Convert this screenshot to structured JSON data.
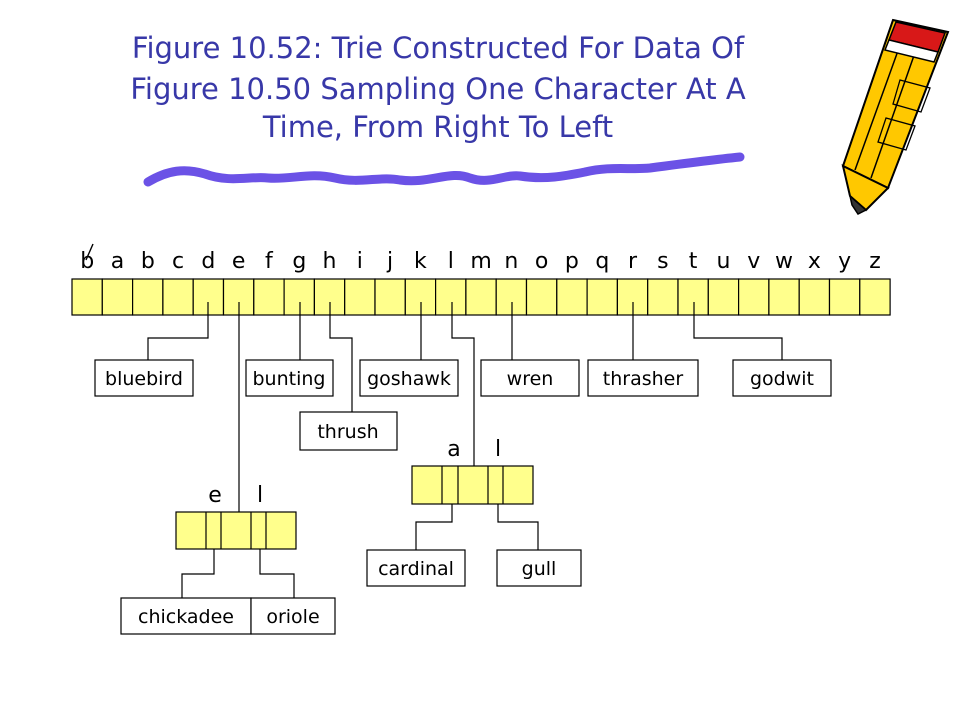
{
  "title": {
    "line1": "Figure 10.52: Trie Constructed For Data Of",
    "line2": "Figure 10.50 Sampling One Character At A",
    "line3": "Time, From Right To Left"
  },
  "colors": {
    "title": "#3838a8",
    "swash": "#6b52e6",
    "cell_fill": "#ffff8c",
    "pencil_body": "#ffc800",
    "pencil_stripe": "#d81818"
  },
  "root": {
    "letters": [
      "b",
      "a",
      "b",
      "c",
      "d",
      "e",
      "f",
      "g",
      "h",
      "i",
      "j",
      "k",
      "l",
      "m",
      "n",
      "o",
      "p",
      "q",
      "r",
      "s",
      "t",
      "u",
      "v",
      "w",
      "x",
      "y",
      "z"
    ]
  },
  "words": {
    "bluebird": "bluebird",
    "bunting": "bunting",
    "goshawk": "goshawk",
    "wren": "wren",
    "thrasher": "thrasher",
    "godwit": "godwit",
    "thrush": "thrush",
    "cardinal": "cardinal",
    "gull": "gull",
    "chickadee": "chickadee",
    "oriole": "oriole"
  },
  "node_el": {
    "label_e": "e",
    "label_l": "l"
  },
  "node_al": {
    "label_a": "a",
    "label_l": "l"
  }
}
